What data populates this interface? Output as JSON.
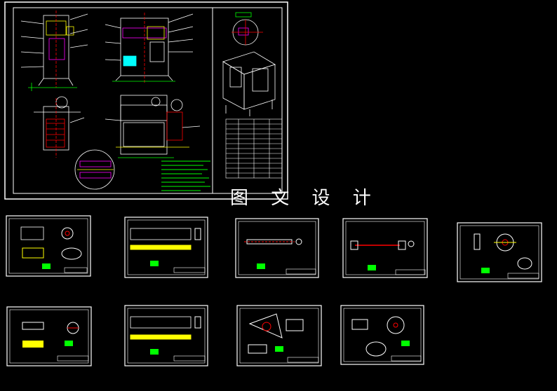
{
  "banner": {
    "title": "图 文 设 计"
  },
  "colors": {
    "background": "#000000",
    "frame": "#ffffff",
    "line_white": "#ffffff",
    "line_yellow": "#ffff00",
    "line_green": "#00ff00",
    "line_cyan": "#00ffff",
    "line_red": "#ff0000",
    "line_magenta": "#ff00ff"
  },
  "sheets": [
    {
      "id": "main-assembly"
    },
    {
      "id": "part-1"
    },
    {
      "id": "part-2"
    },
    {
      "id": "part-3"
    },
    {
      "id": "part-4"
    },
    {
      "id": "part-5"
    },
    {
      "id": "part-6"
    },
    {
      "id": "part-7"
    },
    {
      "id": "part-8"
    },
    {
      "id": "part-9"
    }
  ]
}
